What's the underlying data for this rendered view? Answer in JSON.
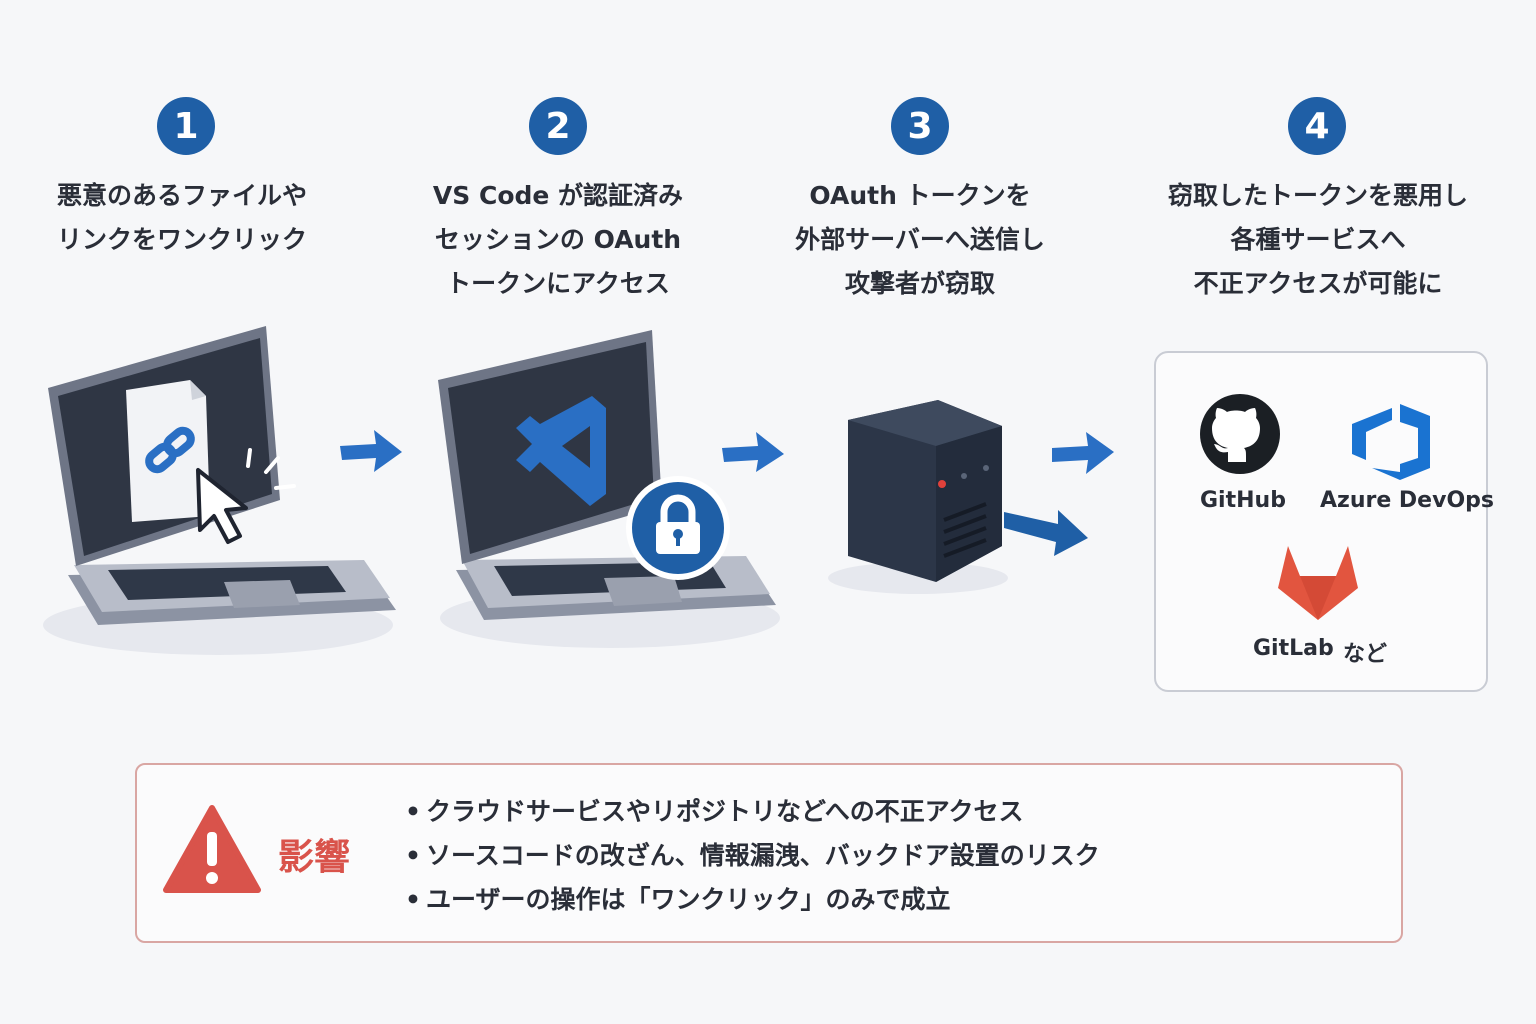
{
  "steps": [
    {
      "number": "1",
      "lines": [
        "悪意のあるファイルや",
        "リンクをワンクリック"
      ]
    },
    {
      "number": "2",
      "lines": [
        "VS Code が認証済み",
        "セッションの OAuth",
        "トークンにアクセス"
      ]
    },
    {
      "number": "3",
      "lines": [
        "OAuth トークンを",
        "外部サーバーへ送信し",
        "攻撃者が窃取"
      ]
    },
    {
      "number": "4",
      "lines": [
        "窃取したトークンを悪用し",
        "各種サービスへ",
        "不正アクセスが可能に"
      ]
    }
  ],
  "services": {
    "github": "GitHub",
    "azure": "Azure DevOps",
    "gitlab": "GitLab",
    "etc": "など"
  },
  "impact": {
    "title": "影響",
    "items": [
      "クラウドサービスやリポジトリなどへの不正アクセス",
      "ソースコードの改ざん、情報漏洩、バックドア設置のリスク",
      "ユーザーの操作は「ワンクリック」のみで成立"
    ]
  },
  "colors": {
    "step_blue": "#1f5fa6",
    "arrow_blue": "#2a6fc4",
    "warning_red": "#d9534b",
    "gitlab_red": "#e2553f",
    "azure_blue": "#1a73d1"
  }
}
